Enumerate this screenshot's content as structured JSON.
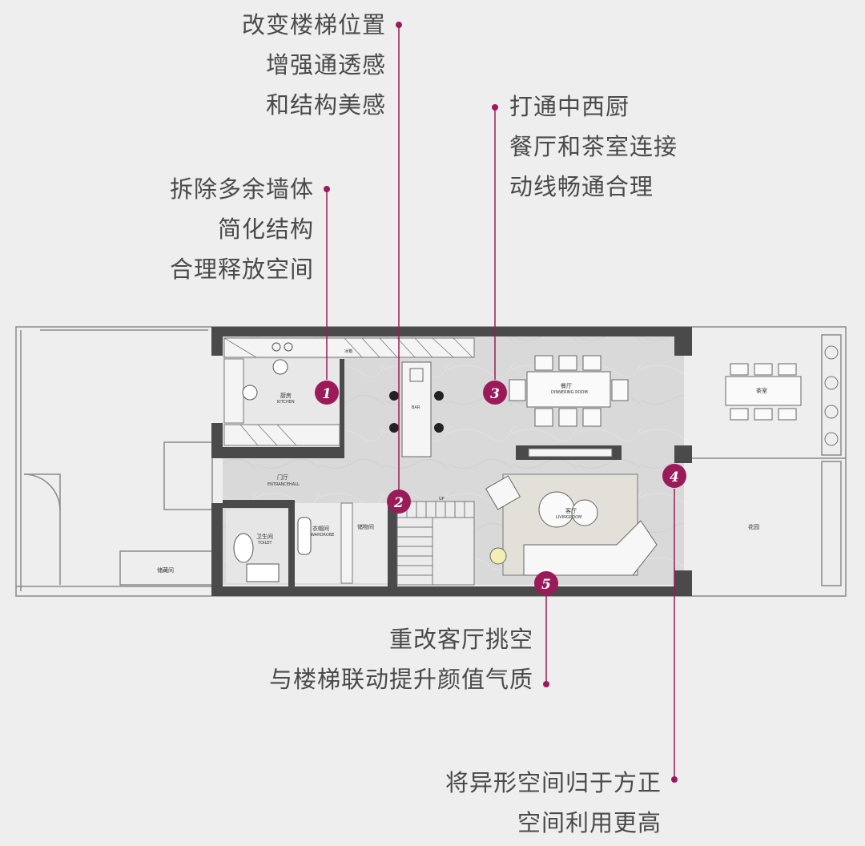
{
  "accent_color": "#9b1b5a",
  "annotations": [
    {
      "id": "1",
      "lines": [
        "拆除多余墙体",
        "简化结构",
        "合理释放空间"
      ]
    },
    {
      "id": "2",
      "lines": [
        "改变楼梯位置",
        "增强通透感",
        "和结构美感"
      ]
    },
    {
      "id": "3",
      "lines": [
        "打通中西厨",
        "餐厅和茶室连接",
        "动线畅通合理"
      ]
    },
    {
      "id": "4",
      "lines": [
        "将异形空间归于方正",
        "空间利用更高"
      ]
    },
    {
      "id": "5",
      "lines": [
        "重改客厅挑空",
        "与楼梯联动提升颜值气质"
      ]
    }
  ],
  "markers": [
    "1",
    "2",
    "3",
    "4",
    "5"
  ],
  "rooms": {
    "kitchen_cn": "厨房",
    "kitchen_en": "KITCHEN",
    "dining_cn": "餐厅",
    "dining_en": "DINNERING ROOM",
    "living_cn": "客厅",
    "living_en": "LIVINGROOM",
    "entrance_cn": "门厅",
    "entrance_en": "ENTRANCEHALL",
    "bar": "BAR",
    "toilet_cn": "卫生间",
    "toilet_en": "TOILET",
    "wardrobe_cn": "衣帽间",
    "wardrobe_en": "WARDROBE",
    "storage_cn": "储物间",
    "tea_cn": "茶室",
    "garden_cn": "花园",
    "closet_cn": "储藏间",
    "up": "UP",
    "fridge": "冰箱"
  }
}
